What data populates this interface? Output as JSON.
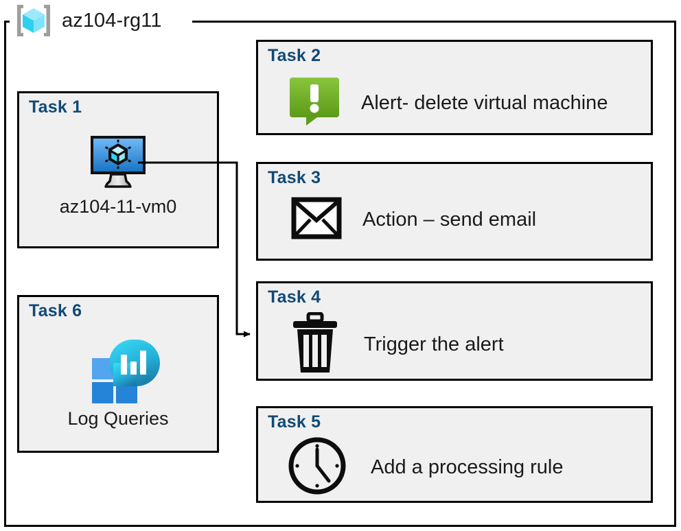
{
  "resource_group": {
    "name": "az104-rg11",
    "icon": "azure-resource-group-icon"
  },
  "colors": {
    "task_heading": "#114a75",
    "card_background": "#f0f0f0",
    "card_border": "#000000",
    "alert_green_light": "#8cc63e",
    "alert_green_dark": "#5a9a18",
    "vm_blue_light": "#6ab4f2",
    "vm_blue_dark": "#1a74c4",
    "log_tile_blue_light": "#52a5ee",
    "log_tile_blue_dark": "#2584d8",
    "log_teardrop_light": "#32d3ef",
    "log_teardrop_dark": "#1b7eaa",
    "rg_cube_cyan": "#6fe6fb",
    "rg_bracket_gray": "#9e9e9e"
  },
  "tasks": [
    {
      "id": "task1",
      "title": "Task 1",
      "caption": "az104-11-vm0",
      "icon": "virtual-machine-icon",
      "layout": "vertical"
    },
    {
      "id": "task2",
      "title": "Task 2",
      "label": "Alert- delete virtual machine",
      "icon": "alert-bubble-icon",
      "layout": "horizontal"
    },
    {
      "id": "task3",
      "title": "Task 3",
      "label": "Action – send email",
      "icon": "envelope-icon",
      "layout": "horizontal"
    },
    {
      "id": "task4",
      "title": "Task 4",
      "label": "Trigger the alert",
      "icon": "trash-can-icon",
      "layout": "horizontal"
    },
    {
      "id": "task5",
      "title": "Task 5",
      "label": "Add a processing rule",
      "icon": "clock-icon",
      "layout": "horizontal"
    },
    {
      "id": "task6",
      "title": "Task 6",
      "caption": "Log Queries",
      "icon": "log-analytics-icon",
      "layout": "vertical"
    }
  ],
  "connectors": [
    {
      "from": "task1-vm-icon",
      "to": "task4-card",
      "style": "orthogonal-arrow"
    }
  ]
}
